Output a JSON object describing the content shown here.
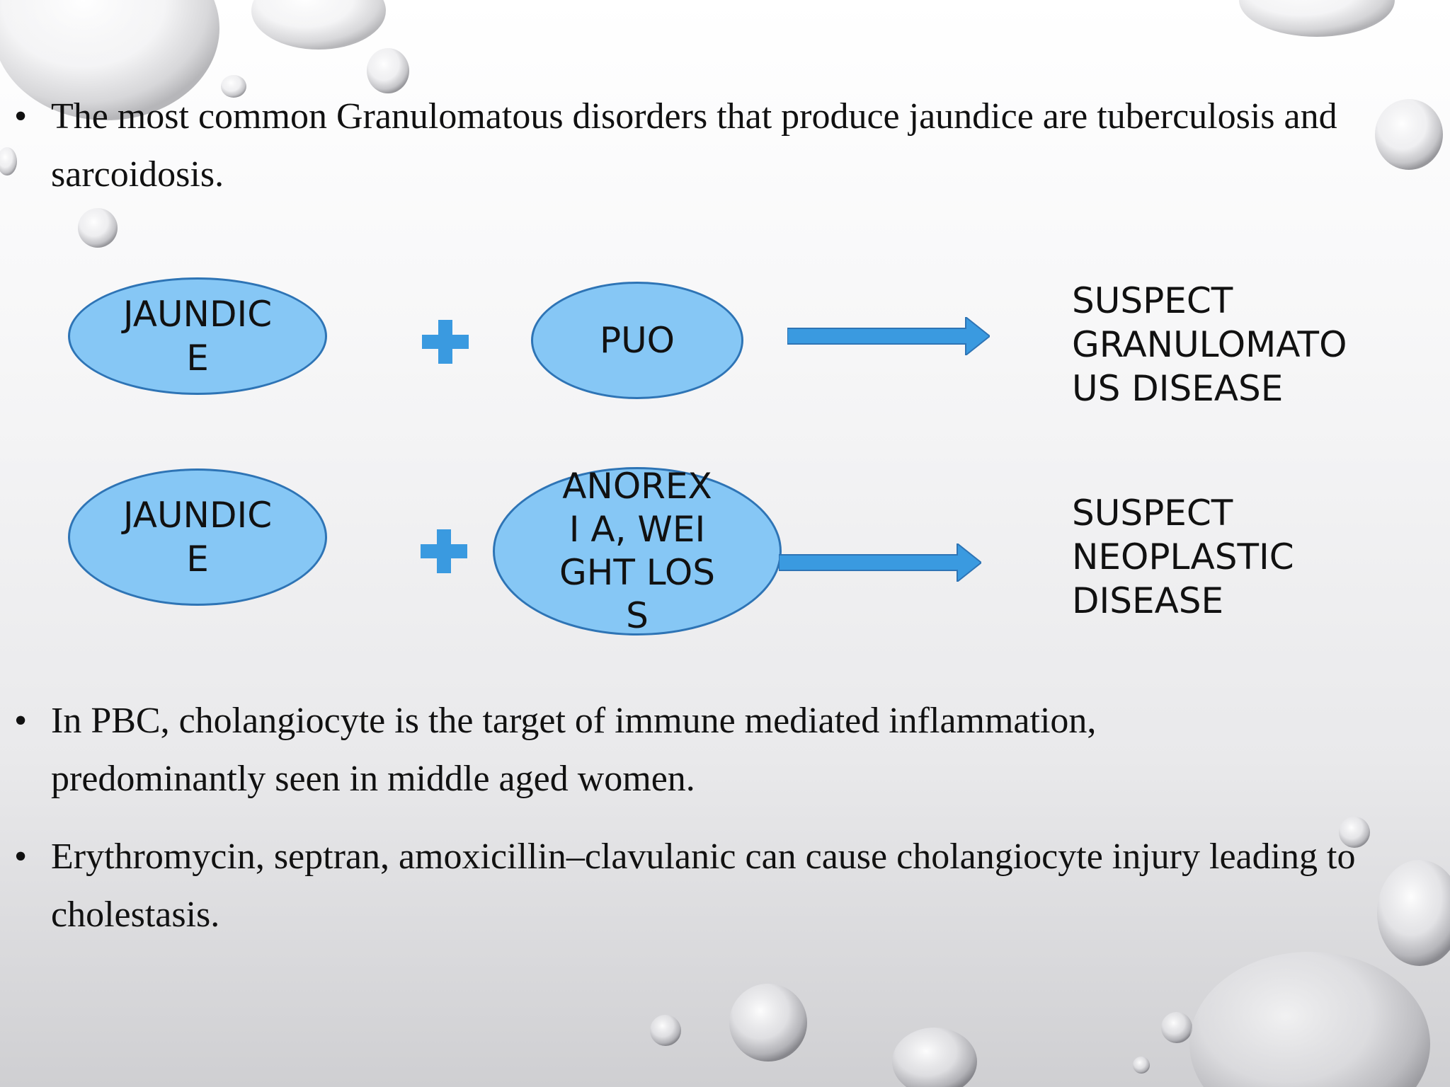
{
  "bullets": [
    {
      "marker": "•",
      "text": "The most common Granulomatous disorders that produce jaundice are tuberculosis and sarcoidosis."
    },
    {
      "marker": "•",
      "text": "In PBC, cholangiocyte is the target of immune mediated inflammation, predominantly seen in middle aged women."
    },
    {
      "marker": "•",
      "text": "Erythromycin, septran, amoxicillin–clavulanic can cause cholangiocyte injury leading to cholestasis."
    }
  ],
  "diagram": {
    "row1": {
      "first": "JAUNDIC E",
      "second": "PUO",
      "outcome": "SUSPECT\nGRANULOMATO\nUS DISEASE"
    },
    "row2": {
      "first": "JAUNDIC E",
      "second": "ANOREXI A, WEIGHT LOSS",
      "outcome": "SUSPECT\nNEOPLASTIC\nDISEASE"
    }
  },
  "colors": {
    "shape_fill": "#86c7f5",
    "shape_border": "#2e74b5",
    "plus": "#3a9ae0",
    "arrow": "#3a9ae0"
  }
}
